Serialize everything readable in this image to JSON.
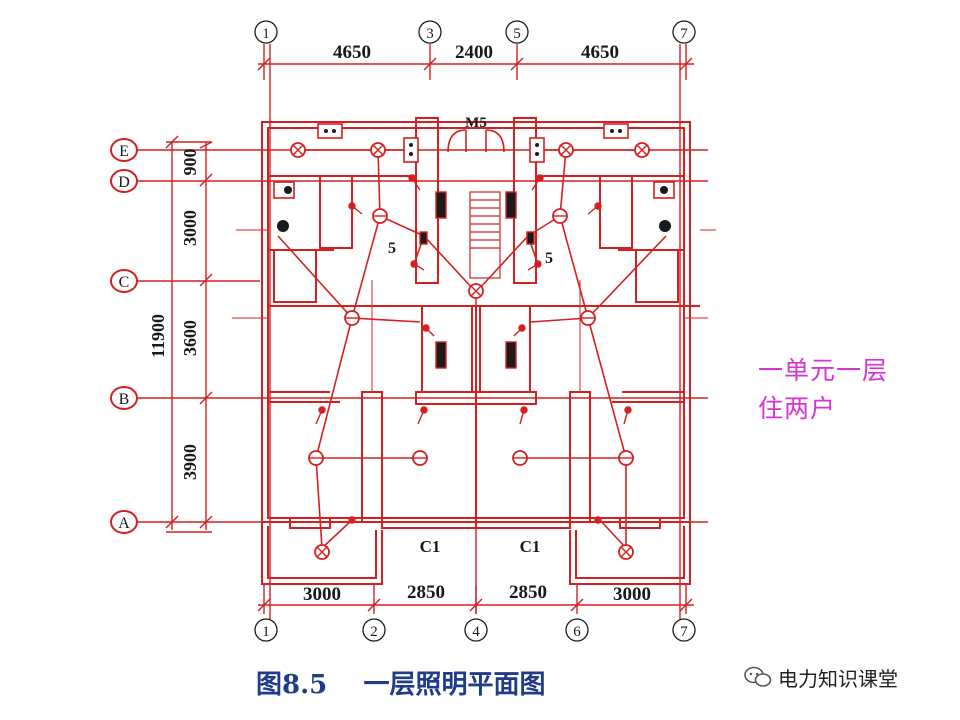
{
  "plan": {
    "top_dimensions": [
      "4650",
      "2400",
      "4650"
    ],
    "bottom_dimensions": [
      "3000",
      "2850",
      "2850",
      "3000"
    ],
    "left_dimensions": [
      "900",
      "3000",
      "3600",
      "3900"
    ],
    "total_dimension": "11900",
    "top_axes": [
      "①",
      "③",
      "⑤",
      "⑦"
    ],
    "bottom_axes": [
      "①",
      "②",
      "④",
      "⑥",
      "⑦"
    ],
    "row_axes": [
      "E",
      "D",
      "C",
      "B",
      "A"
    ],
    "door_label": "M5",
    "window_labels": [
      "C1",
      "C1"
    ],
    "switch_labels": [
      "5",
      "5"
    ]
  },
  "note": {
    "line1": "一单元一层",
    "line2": "住两户"
  },
  "caption": "图8.5    一层照明平面图",
  "brand": "电力知识课堂",
  "colors": {
    "line": "#d42020",
    "note": "#d633d6",
    "caption": "#1f3c8a"
  }
}
